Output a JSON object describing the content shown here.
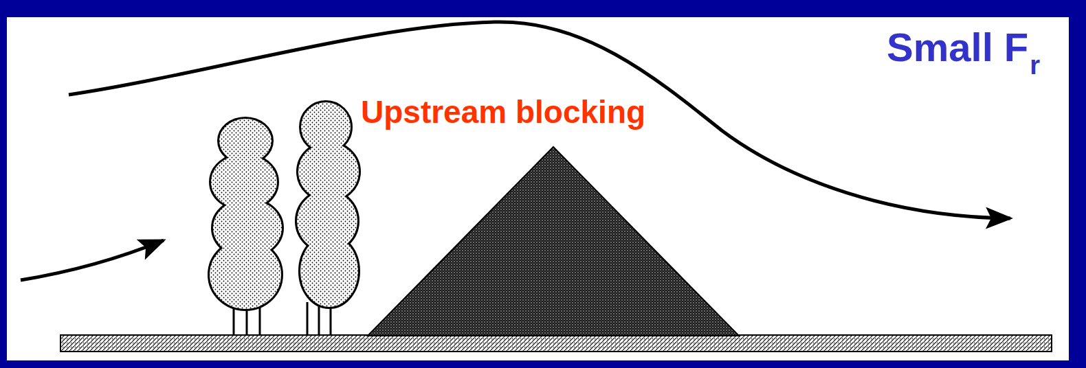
{
  "diagram": {
    "labels": [
      "Upstream blocking",
      "Small F",
      "r"
    ]
  }
}
